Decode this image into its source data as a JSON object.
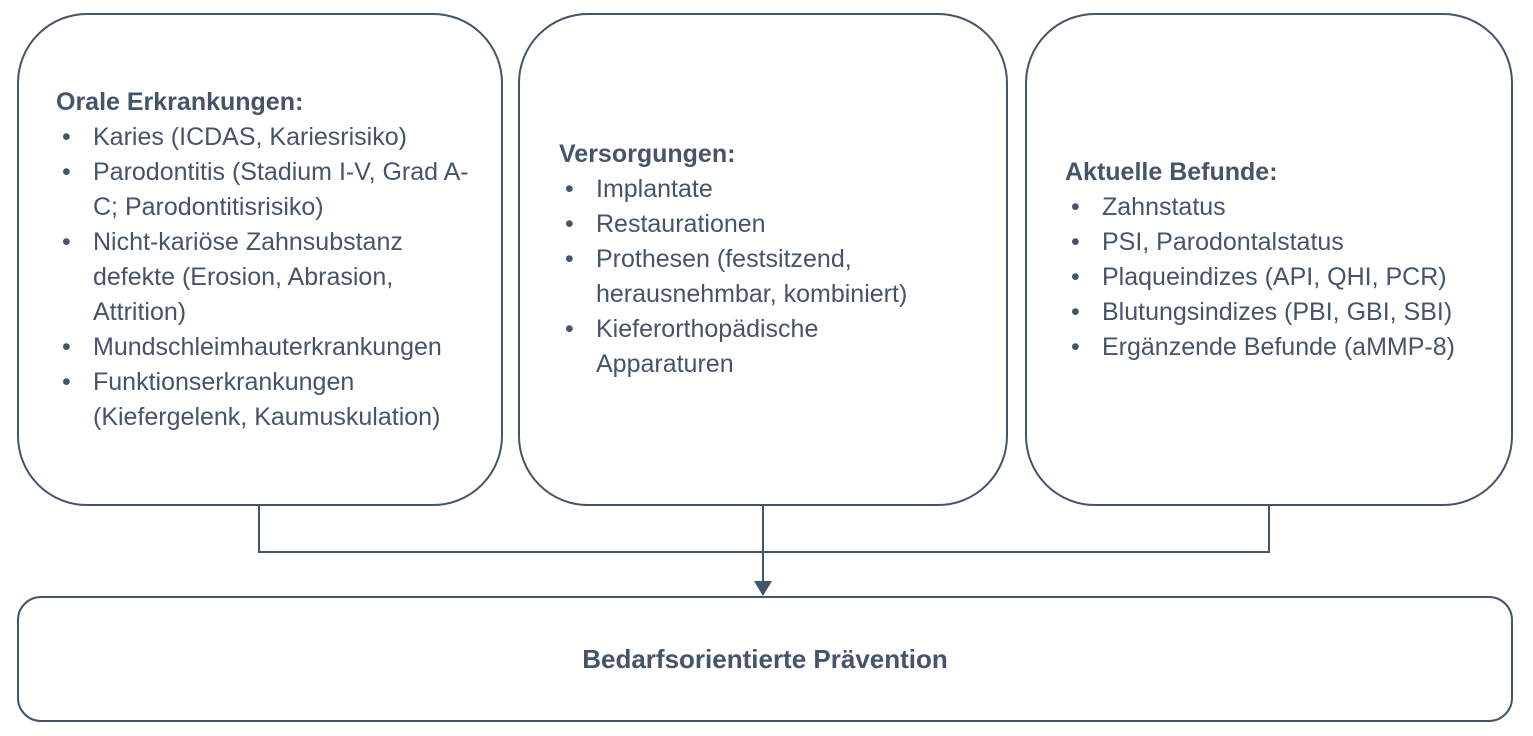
{
  "diagram": {
    "boxes": [
      {
        "title": "Orale Erkrankungen:",
        "items": [
          "Karies (ICDAS, Kariesrisiko)",
          "Parodontitis (Stadium I-V, Grad A-C; Parodontitisrisiko)",
          "Nicht-kariöse Zahnsubstanz defekte (Erosion, Abrasion, Attrition)",
          "Mundschleimhauterkrankungen",
          "Funktionserkrankungen (Kiefergelenk, Kaumuskulation)"
        ]
      },
      {
        "title": "Versorgungen:",
        "items": [
          "Implantate",
          "Restaurationen",
          "Prothesen (festsitzend, herausnehmbar, kombiniert)",
          "Kieferorthopädische Apparaturen"
        ]
      },
      {
        "title": "Aktuelle Befunde:",
        "items": [
          "Zahnstatus",
          "PSI, Parodontalstatus",
          "Plaqueindizes (API, QHI, PCR)",
          "Blutungsindizes (PBI, GBI, SBI)",
          "Ergänzende Befunde (aMMP-8)"
        ]
      }
    ],
    "result_label": "Bedarfsorientierte Prävention",
    "colors": {
      "line": "#44546A",
      "text": "#44546A",
      "background": "#FFFFFF"
    }
  }
}
